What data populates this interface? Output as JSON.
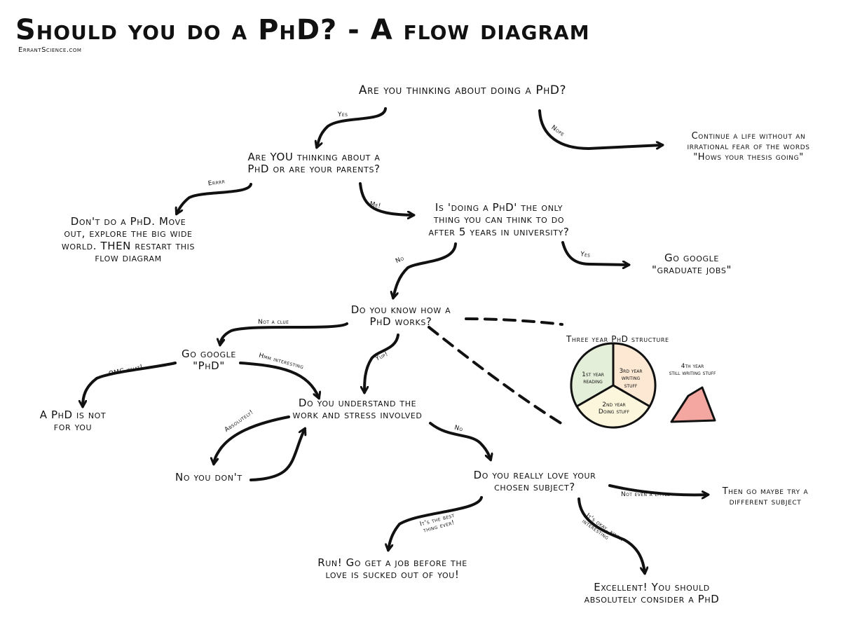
{
  "title": "Should you do a PhD? - A flow diagram",
  "site": "ErrantScience.com",
  "nodes": {
    "q1": "Are you thinking about doing a PhD?",
    "continue": [
      "Continue a life without an",
      "irrational fear of the words",
      "\"Hows your thesis going\""
    ],
    "q2": [
      "Are YOU thinking about a",
      "PhD or are your parents?"
    ],
    "dont": [
      "Don't do a PhD. Move",
      "out, explore the big wide",
      "world. THEN restart this",
      "flow diagram"
    ],
    "q3": [
      "Is 'doing a PhD' the only",
      "thing you can think to do",
      "after 5 years in university?"
    ],
    "google_jobs": [
      "Go google",
      "\"graduate jobs\""
    ],
    "q4": [
      "Do you know how a",
      "PhD works?"
    ],
    "go_google_phd": [
      "Go google",
      "\"PhD\""
    ],
    "not_for_you": [
      "A PhD is not",
      "for you"
    ],
    "q5": [
      "Do you understand the",
      "work and stress involved"
    ],
    "no_you_dont": "No you don't",
    "q6": [
      "Do you really love your",
      "chosen subject?"
    ],
    "different": [
      "Then go maybe try a",
      "different subject"
    ],
    "run": [
      "Run! Go get a job before the",
      "love is sucked out of you!"
    ],
    "excellent": [
      "Excellent! You should",
      "absolutely consider a PhD"
    ]
  },
  "edges": {
    "yes1": "Yes",
    "nope": "Nope",
    "errrr": "Errrr",
    "me": "Me!",
    "no1": "No",
    "yes2": "Yes",
    "not_a_clue": "Not a clue",
    "yup": "Yup!",
    "omg_what": "OMG what!",
    "hmm": "Hmm interesting",
    "absolutely": "Absolutely!",
    "no2": "No",
    "not_even": "Not even a little",
    "best_thing": [
      "It's the best",
      "thing ever!"
    ],
    "okay_kinda": [
      "It's okay, kinda",
      "interesting"
    ]
  },
  "structure": {
    "title": "Three year PhD structure",
    "slices": [
      {
        "label": [
          "1st year",
          "reading"
        ],
        "color": "#e3efd9"
      },
      {
        "label": [
          "3rd year",
          "writing",
          "stuff"
        ],
        "color": "#fce8d3"
      },
      {
        "label": [
          "2nd year",
          "Doing stuff"
        ],
        "color": "#fbf6dc"
      }
    ],
    "fourth_label": [
      "4th year",
      "still writing stuff"
    ],
    "fourth_color": "#f4a6a0"
  }
}
